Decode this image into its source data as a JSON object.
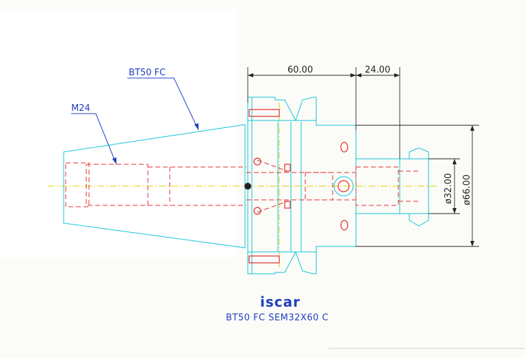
{
  "drawing": {
    "labels": {
      "tool": "BT50 FC",
      "thread": "M24"
    },
    "dimensions": {
      "length_60": "60.00",
      "length_24": "24.00",
      "dia_32": "ø32.00",
      "dia_66": "ø66.00"
    },
    "logo": "iscar",
    "part_number": "BT50 FC SEM32X60 C",
    "colors": {
      "outline": "#11c6d6",
      "hidden": "#e32b2b",
      "centerline": "#e3d200",
      "dimension": "#222222",
      "label": "#1f3fbf"
    }
  }
}
